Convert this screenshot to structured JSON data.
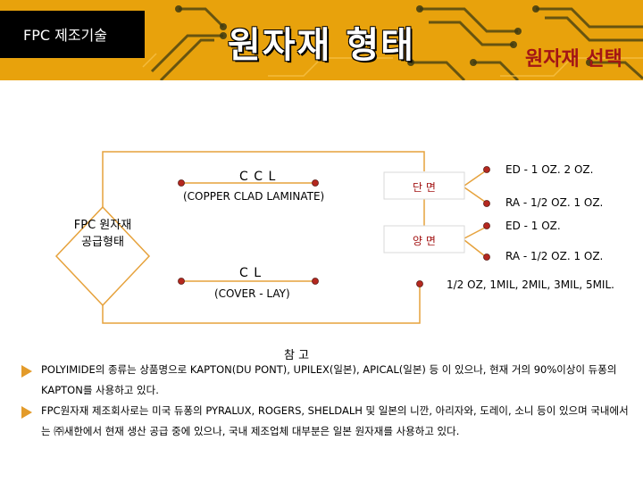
{
  "header": {
    "left_label": "FPC 제조기술",
    "title": "원자재 형태",
    "subtitle": "원자재 선택"
  },
  "diagram": {
    "root": "FPC 원자재\n공급형태",
    "ccl": {
      "title": "C C L",
      "desc": "(COPPER CLAD LAMINATE)"
    },
    "cl": {
      "title": "C L",
      "desc": "(COVER - LAY)"
    },
    "single": "단 면",
    "double": "양 면",
    "single_opts": [
      "ED - 1 OZ.  2 OZ.",
      "RA - 1/2 OZ.  1 OZ."
    ],
    "double_opts": [
      "ED - 1 OZ.",
      "RA - 1/2 OZ.  1 OZ."
    ],
    "cl_spec": "1/2 OZ, 1MIL, 2MIL, 3MIL, 5MIL."
  },
  "notes": {
    "heading": "참  고",
    "items": [
      "POLYIMIDE의 종류는 상품명으로 KAPTON(DU PONT), UPILEX(일본), APICAL(일본) 등 이 있으나, 현재 거의 90%이상이 듀퐁의  KAPTON를 사용하고 있다.",
      "FPC원자재 제조회사로는 미국 듀퐁의 PYRALUX, ROGERS, SHELDALH 및 일본의 니깐, 아리자와, 도레이, 소니 등이 있으며 국내에서는  ㈜새한에서 현재 생산 공급 중에 있으나, 국내 제조업체 대부분은 일본 원자재를 사용하고 있다."
    ]
  },
  "colors": {
    "header_bg": "#e8a20c",
    "dot": "#b5281f",
    "line": "#e6a23c",
    "title_red": "#a31515"
  }
}
